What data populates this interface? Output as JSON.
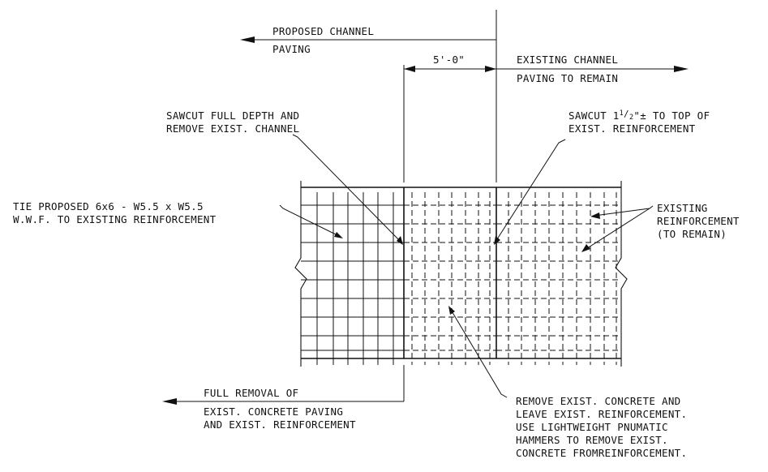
{
  "notes": {
    "proposed_channel": "PROPOSED CHANNEL",
    "paving": "PAVING",
    "dimension": "5'-0\"",
    "existing_channel": "EXISTING CHANNEL",
    "paving_to_remain": "PAVING TO REMAIN",
    "sawcut_full_1": "SAWCUT FULL DEPTH AND",
    "sawcut_full_2": "REMOVE EXIST. CHANNEL",
    "sawcut_partial_prefix": "SAWCUT ",
    "sawcut_partial_whole": "1",
    "sawcut_partial_num": "1",
    "sawcut_partial_den": "2",
    "sawcut_partial_suffix": "\"± TO TOP OF",
    "sawcut_partial_2": "EXIST. REINFORCEMENT",
    "tie_1": "TIE PROPOSED 6x6 - W5.5 x W5.5",
    "tie_2": "W.W.F. TO EXISTING REINFORCEMENT",
    "existing_reinf_1": "EXISTING",
    "existing_reinf_2": "REINFORCEMENT",
    "existing_reinf_3": "(TO REMAIN)",
    "full_removal_1": "FULL REMOVAL OF",
    "full_removal_2": "EXIST. CONCRETE PAVING",
    "full_removal_3": "AND EXIST. REINFORCEMENT",
    "remove_1": "REMOVE EXIST. CONCRETE AND",
    "remove_2": "LEAVE EXIST. REINFORCEMENT.",
    "remove_3": "USE LIGHTWEIGHT PNUMATIC",
    "remove_4": "HAMMERS TO REMOVE EXIST.",
    "remove_5": "CONCRETE FROMREINFORCEMENT."
  }
}
